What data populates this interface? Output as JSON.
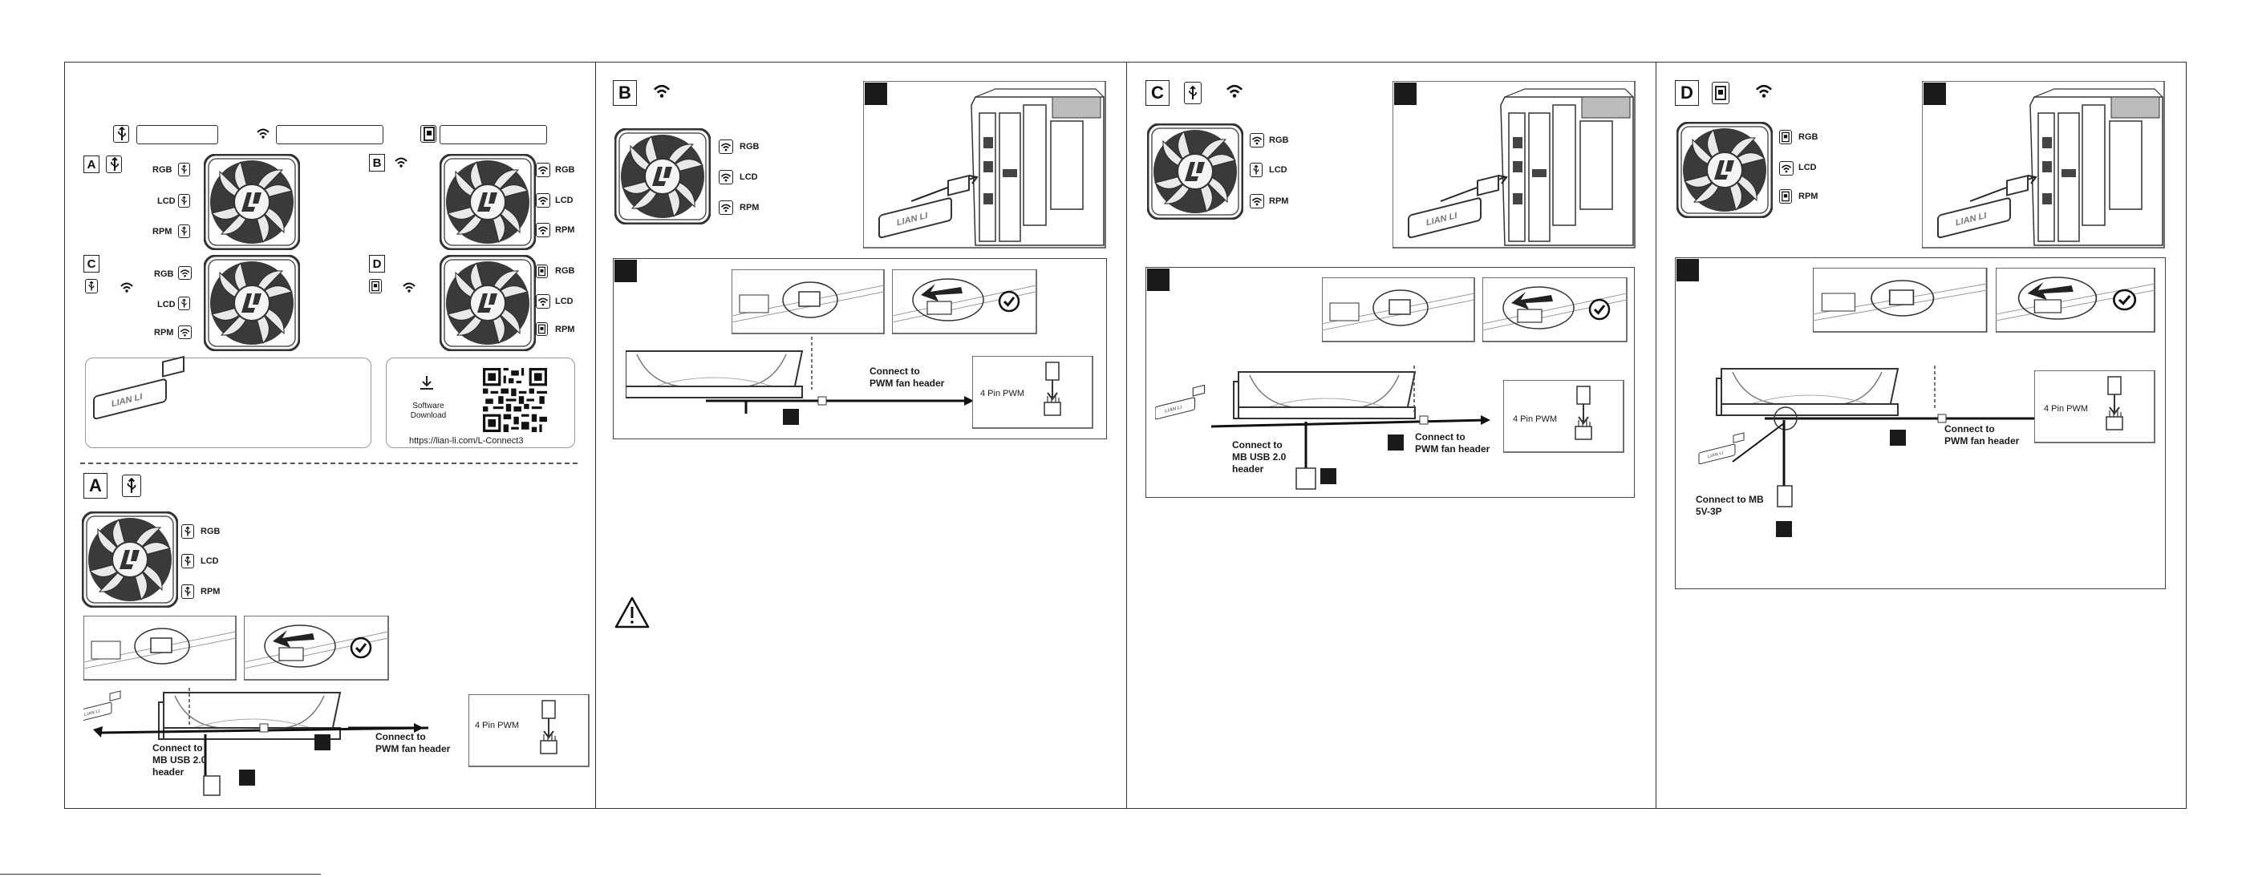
{
  "labels": {
    "rgb": "RGB",
    "lcd": "LCD",
    "rpm": "RPM",
    "four_pin": "4 Pin PWM",
    "connect_pwm": "Connect to\nPWM fan header",
    "connect_usb": "Connect to\nMB USB 2.0\nheader",
    "connect_5v": "Connect to MB\n5V-3P",
    "software": "Software\nDownload",
    "url": "https://lian-li.com/L-Connect3"
  },
  "sections": {
    "a": "A",
    "b": "B",
    "c": "C",
    "d": "D"
  },
  "icons": {
    "usb": "usb-icon",
    "wireless": "wireless-icon",
    "hub": "controller-hub-icon",
    "download": "download-icon",
    "check": "check-icon",
    "warning": "warning-icon",
    "qr": "qr-code-icon",
    "fan": "fan-icon",
    "dongle": "usb-dongle-icon"
  },
  "colors": {
    "ink": "#1b1b1b",
    "line": "#444444",
    "panel_border": "#999999"
  }
}
